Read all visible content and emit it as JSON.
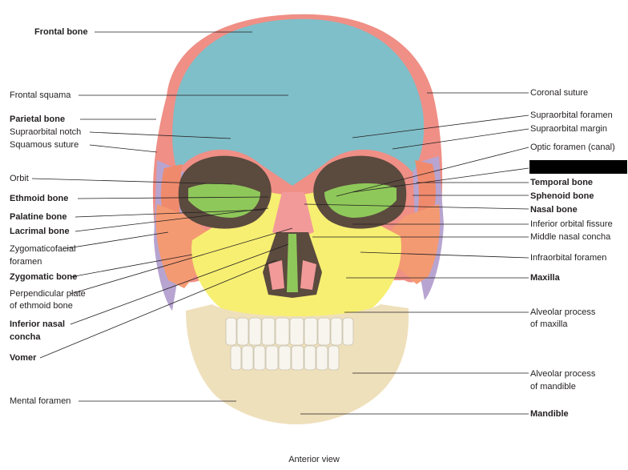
{
  "caption": "Anterior view",
  "labels_left": [
    {
      "text": "Frontal bone",
      "bold": true
    },
    {
      "text": "Frontal squama",
      "bold": false
    },
    {
      "text": "Parietal bone",
      "bold": true
    },
    {
      "text": "Supraorbital notch",
      "bold": false
    },
    {
      "text": "Squamous suture",
      "bold": false
    },
    {
      "text": "Orbit",
      "bold": false
    },
    {
      "text": "Ethmoid bone",
      "bold": true
    },
    {
      "text": "Palatine bone",
      "bold": true
    },
    {
      "text": "Lacrimal bone",
      "bold": true
    },
    {
      "text": "Zygomaticofacial",
      "bold": false
    },
    {
      "text": "foramen",
      "bold": false
    },
    {
      "text": "Zygomatic bone",
      "bold": true
    },
    {
      "text": "Perpendicular plate",
      "bold": false
    },
    {
      "text": "of ethmoid bone",
      "bold": false
    },
    {
      "text": "Inferior nasal",
      "bold": true
    },
    {
      "text": "concha",
      "bold": true
    },
    {
      "text": "Vomer",
      "bold": true
    },
    {
      "text": "Mental foramen",
      "bold": false
    }
  ],
  "labels_right": [
    {
      "text": "Coronal suture",
      "bold": false
    },
    {
      "text": "Supraorbital foramen",
      "bold": false
    },
    {
      "text": "Supraorbital margin",
      "bold": false
    },
    {
      "text": "Optic foramen (canal)",
      "bold": false
    },
    {
      "text": "Temporal bone",
      "bold": true
    },
    {
      "text": "Sphenoid bone",
      "bold": true
    },
    {
      "text": "Nasal bone",
      "bold": true
    },
    {
      "text": "Inferior orbital fissure",
      "bold": false
    },
    {
      "text": "Middle nasal concha",
      "bold": false
    },
    {
      "text": "Infraorbital foramen",
      "bold": false
    },
    {
      "text": "Maxilla",
      "bold": true
    },
    {
      "text": "Alveolar process",
      "bold": false
    },
    {
      "text": "of maxilla",
      "bold": false
    },
    {
      "text": "Alveolar process",
      "bold": false
    },
    {
      "text": "of mandible",
      "bold": false
    },
    {
      "text": "Mandible",
      "bold": true
    }
  ],
  "colors": {
    "frontal": "#7fbfc9",
    "parietal": "#ef8f86",
    "temporal": "#b7a4d0",
    "sphenoid": "#f08a6c",
    "zygomatic": "#f49a73",
    "maxilla": "#f7ef72",
    "mandible": "#efe0bc",
    "nasal": "#f29a9a",
    "ethmoid": "#8fc85a",
    "teeth": "#f7f5ee",
    "cavity": "#5b4a3e"
  }
}
